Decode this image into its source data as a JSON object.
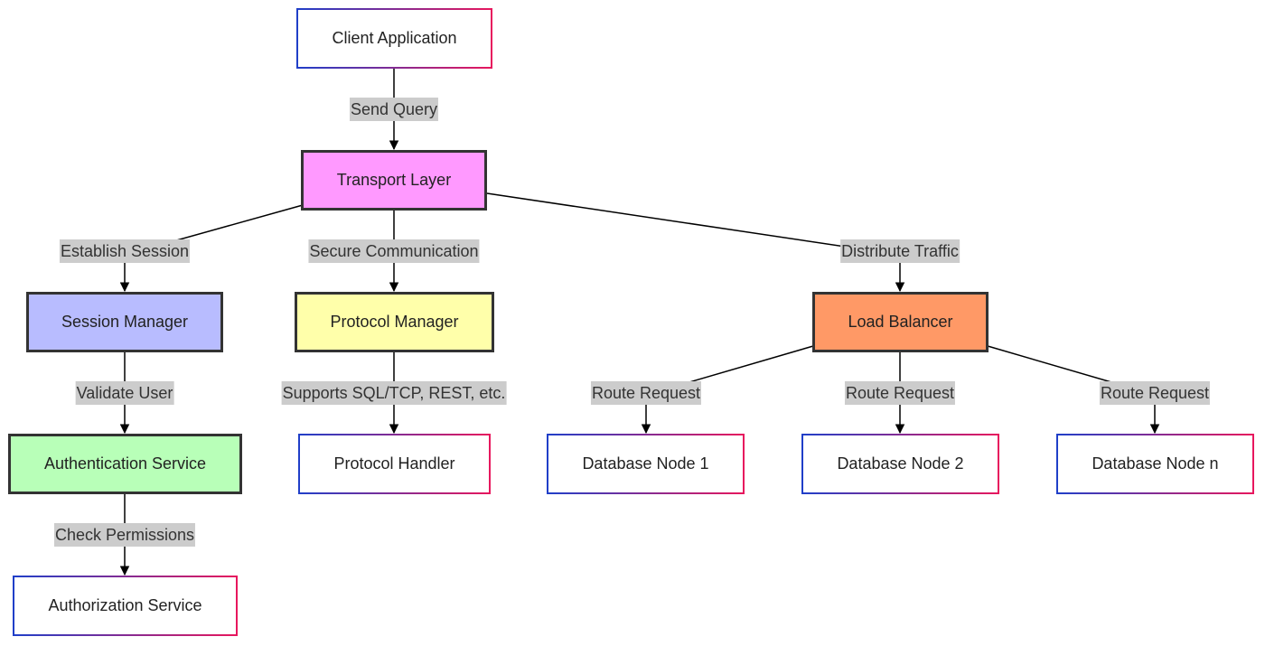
{
  "nodes": {
    "client": {
      "label": "Client Application"
    },
    "transport": {
      "label": "Transport Layer",
      "fill": "#ff99ff"
    },
    "session": {
      "label": "Session Manager",
      "fill": "#b8bcff"
    },
    "protocol_mgr": {
      "label": "Protocol Manager",
      "fill": "#ffffaa"
    },
    "load_balancer": {
      "label": "Load Balancer",
      "fill": "#ff9966"
    },
    "auth_service": {
      "label": "Authentication Service",
      "fill": "#b8ffb8"
    },
    "protocol_handler": {
      "label": "Protocol Handler"
    },
    "db1": {
      "label": "Database Node 1"
    },
    "db2": {
      "label": "Database Node 2"
    },
    "dbn": {
      "label": "Database Node n"
    },
    "authz_service": {
      "label": "Authorization Service"
    }
  },
  "edges": {
    "send_query": "Send Query",
    "establish_session": "Establish Session",
    "secure_communication": "Secure Communication",
    "distribute_traffic": "Distribute Traffic",
    "validate_user": "Validate User",
    "supports": "Supports SQL/TCP, REST, etc.",
    "route_request_1": "Route Request",
    "route_request_2": "Route Request",
    "route_request_n": "Route Request",
    "check_permissions": "Check Permissions"
  },
  "colors": {
    "plain_border_start": "#1f3fc9",
    "plain_border_end": "#e8175d",
    "edge_label_bg": "#cccccc",
    "line": "#000000"
  }
}
